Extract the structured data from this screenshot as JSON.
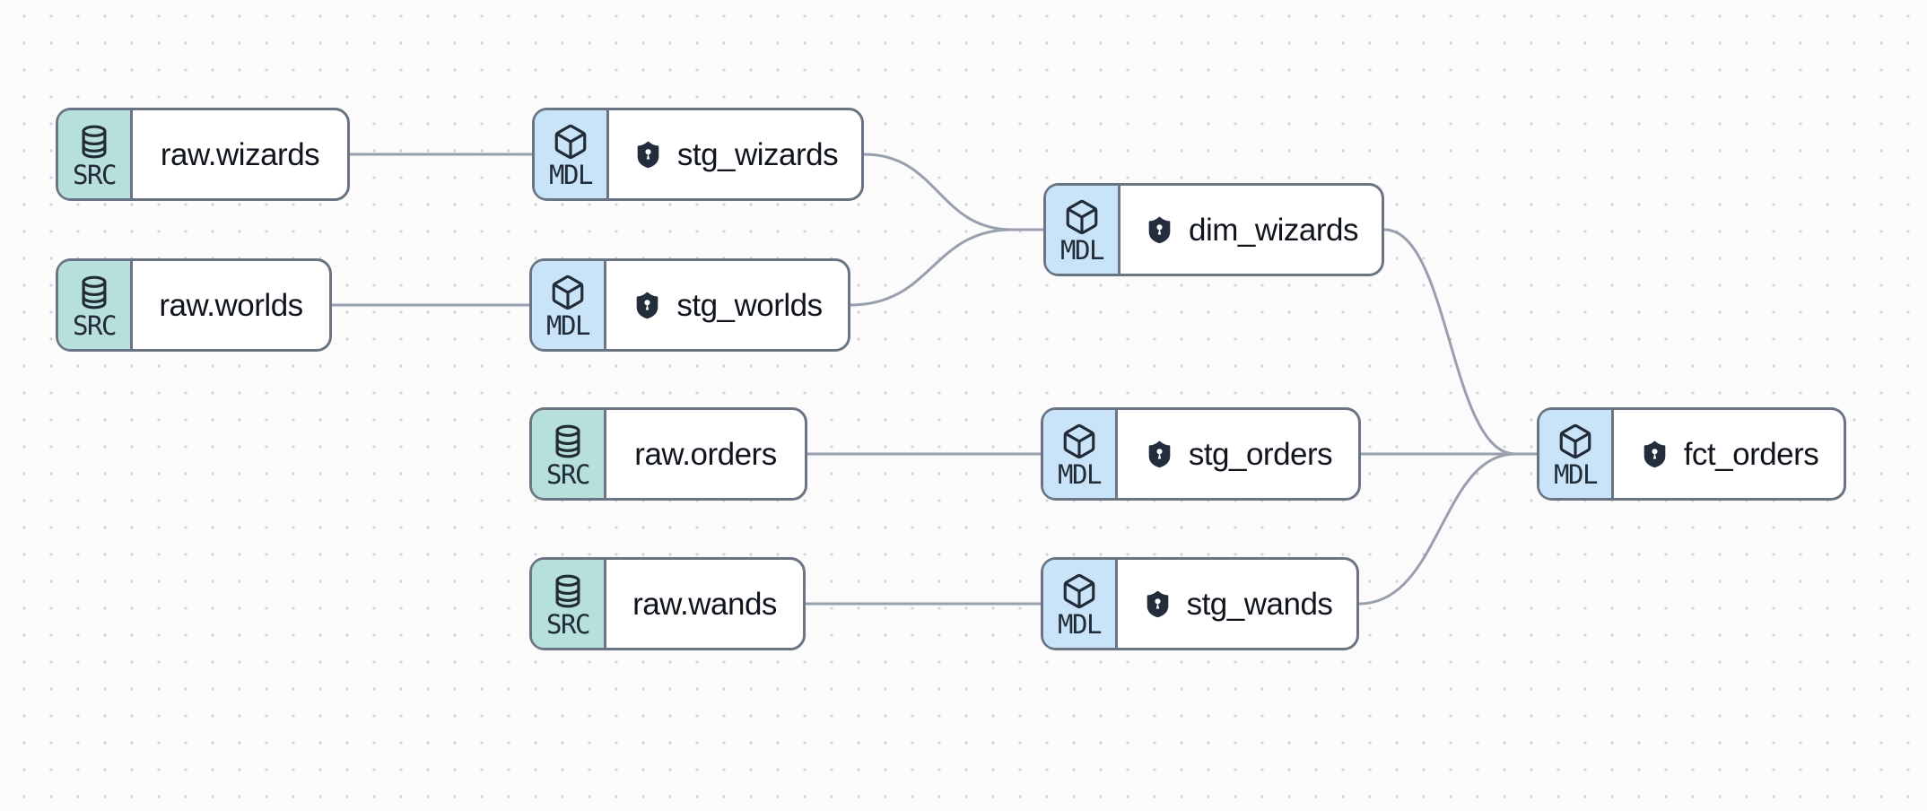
{
  "theme": {
    "background": "#fbfbfb",
    "dot_color": "#d2d2d6",
    "node_border": "#6b7483",
    "node_bg": "#ffffff",
    "src_badge_bg": "#b7dfdb",
    "mdl_badge_bg": "#c9e4f8",
    "edge_color": "#98a0ad",
    "label_color": "#10151d",
    "icon_color": "#222b38",
    "shield_color": "#232d3b"
  },
  "nodes": [
    {
      "id": "raw.wizards",
      "label": "raw.wizards",
      "badge": "SRC",
      "icon": "database-icon",
      "has_shield": false
    },
    {
      "id": "stg_wizards",
      "label": "stg_wizards",
      "badge": "MDL",
      "icon": "cube-icon",
      "has_shield": true
    },
    {
      "id": "raw.worlds",
      "label": "raw.worlds",
      "badge": "SRC",
      "icon": "database-icon",
      "has_shield": false
    },
    {
      "id": "stg_worlds",
      "label": "stg_worlds",
      "badge": "MDL",
      "icon": "cube-icon",
      "has_shield": true
    },
    {
      "id": "dim_wizards",
      "label": "dim_wizards",
      "badge": "MDL",
      "icon": "cube-icon",
      "has_shield": true
    },
    {
      "id": "raw.orders",
      "label": "raw.orders",
      "badge": "SRC",
      "icon": "database-icon",
      "has_shield": false
    },
    {
      "id": "stg_orders",
      "label": "stg_orders",
      "badge": "MDL",
      "icon": "cube-icon",
      "has_shield": true
    },
    {
      "id": "fct_orders",
      "label": "fct_orders",
      "badge": "MDL",
      "icon": "cube-icon",
      "has_shield": true
    },
    {
      "id": "raw.wands",
      "label": "raw.wands",
      "badge": "SRC",
      "icon": "database-icon",
      "has_shield": false
    },
    {
      "id": "stg_wands",
      "label": "stg_wands",
      "badge": "MDL",
      "icon": "cube-icon",
      "has_shield": true
    }
  ],
  "edges": [
    {
      "from": "raw.wizards",
      "to": "stg_wizards"
    },
    {
      "from": "raw.worlds",
      "to": "stg_worlds"
    },
    {
      "from": "stg_wizards",
      "to": "dim_wizards"
    },
    {
      "from": "stg_worlds",
      "to": "dim_wizards"
    },
    {
      "from": "raw.orders",
      "to": "stg_orders"
    },
    {
      "from": "raw.wands",
      "to": "stg_wands"
    },
    {
      "from": "stg_orders",
      "to": "fct_orders"
    },
    {
      "from": "dim_wizards",
      "to": "fct_orders"
    },
    {
      "from": "stg_wands",
      "to": "fct_orders"
    }
  ]
}
